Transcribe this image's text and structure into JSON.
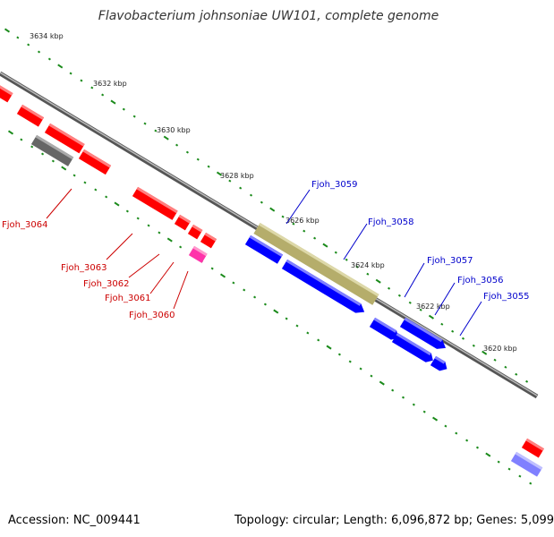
{
  "title": "Flavobacterium johnsoniae UW101, complete genome",
  "footer": {
    "accession": "Accession: NC_009441",
    "summary": "Topology: circular; Length: 6,096,872 bp; Genes: 5,099"
  },
  "ticks": [
    "3634 kbp",
    "3632 kbp",
    "3630 kbp",
    "3628 kbp",
    "3626 kbp",
    "3624 kbp",
    "3622 kbp",
    "3620 kbp"
  ],
  "gene_labels_forward": [
    "Fjoh_3059",
    "Fjoh_3058",
    "Fjoh_3057",
    "Fjoh_3056",
    "Fjoh_3055"
  ],
  "gene_labels_reverse": [
    "Fjoh_3064",
    "Fjoh_3063",
    "Fjoh_3062",
    "Fjoh_3061",
    "Fjoh_3060"
  ],
  "colors": {
    "reverse_gene": "#ff0000",
    "forward_gene": "#0000ff",
    "rna_gene": "#b5ad6b",
    "other_gene": "#666666",
    "pink_gene": "#ff33aa",
    "backbone": "#7a7a7a",
    "tick_mark": "#1a8a1a",
    "forward_label": "#0000cc",
    "reverse_label": "#cc0000"
  }
}
